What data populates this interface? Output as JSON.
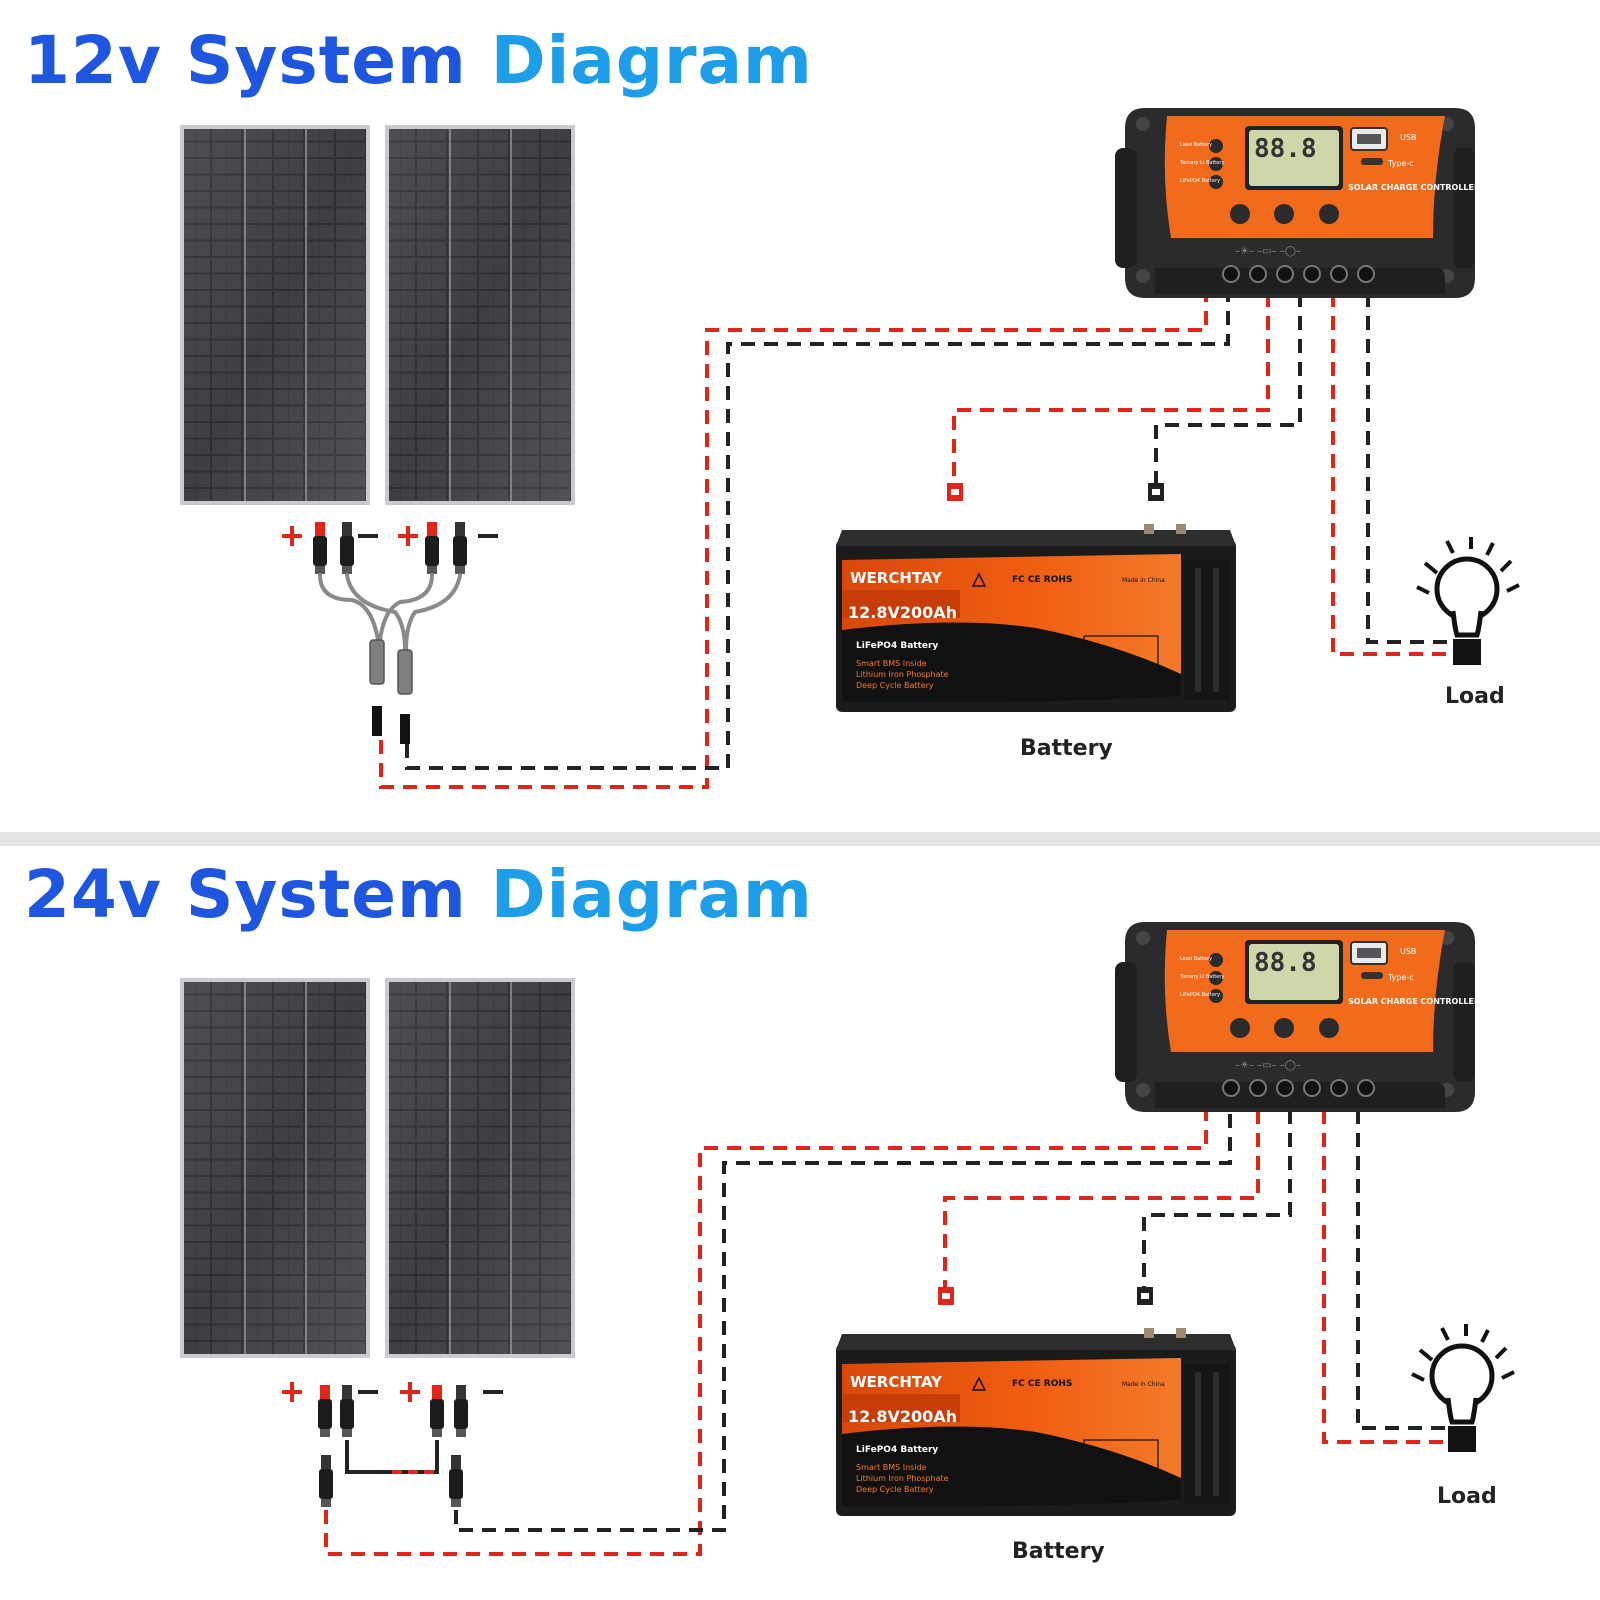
{
  "diagrams": [
    {
      "title_part1": "12v",
      "title_part2": "System",
      "title_part3": "Diagram",
      "battery_label": "Battery",
      "load_label": "Load",
      "panel_wiring": "parallel",
      "battery": {
        "brand": "WERCHTAY",
        "rating": "12.8V200Ah",
        "chem": "LiFePO4 Battery",
        "features": [
          "Smart BMS Inside",
          "Lithium Iron Phosphate",
          "Deep Cycle Battery"
        ],
        "certs": "FC CE ROHS",
        "origin": "Made in China"
      },
      "controller": {
        "display": "88.8",
        "label": "SOLAR CHARGE CONTROLLER",
        "usb": "USB",
        "typec": "Type-c",
        "modes": [
          "Lead Battery",
          "Ternary Li Battery",
          "LiFePO4 Battery"
        ]
      }
    },
    {
      "title_part1": "24v",
      "title_part2": "System",
      "title_part3": "Diagram",
      "battery_label": "Battery",
      "load_label": "Load",
      "panel_wiring": "series",
      "battery": {
        "brand": "WERCHTAY",
        "rating": "12.8V200Ah",
        "chem": "LiFePO4 Battery",
        "features": [
          "Smart BMS Inside",
          "Lithium Iron Phosphate",
          "Deep Cycle Battery"
        ],
        "certs": "FC CE ROHS",
        "origin": "Made in China"
      },
      "controller": {
        "display": "88.8",
        "label": "SOLAR CHARGE CONTROLLER",
        "usb": "USB",
        "typec": "Type-c",
        "modes": [
          "Lead Battery",
          "Ternary Li Battery",
          "LiFePO4 Battery"
        ]
      }
    }
  ],
  "colors": {
    "positive": "#e0261c",
    "negative": "#222222",
    "title_dark": "#1f56e0",
    "title_light": "#1e9ee8",
    "battery_orange": "#ef5a10",
    "controller_orange": "#f26a1b"
  },
  "icons": [
    "solar-panel-icon",
    "charge-controller-icon",
    "battery-icon",
    "light-bulb-icon",
    "connector-icon"
  ]
}
